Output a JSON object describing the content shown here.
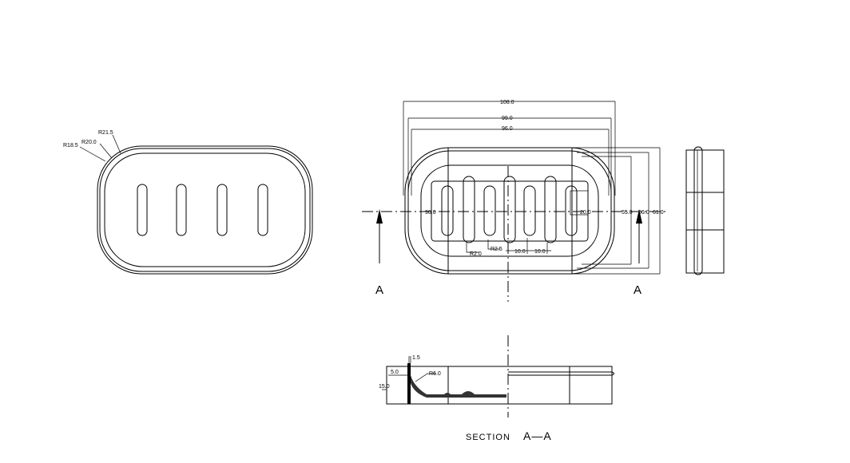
{
  "top_view": {
    "radius_labels": [
      "R21.5",
      "R20.0",
      "R18.5"
    ]
  },
  "plan_view": {
    "dims_horizontal": [
      "108.0",
      "99.0",
      "96.0"
    ],
    "dims_vertical": [
      "55.0",
      "56.0",
      "61.0"
    ],
    "inner_labels": [
      "90.0",
      "20.0",
      "R2.0",
      "R2.5",
      "10.0",
      "10.0"
    ],
    "section_markers": [
      "A",
      "A"
    ]
  },
  "section_view": {
    "dim_labels": [
      "1.5",
      "5.0",
      "R6.0",
      "15.0"
    ],
    "caption_word": "SECTION",
    "caption_id": "A—A"
  }
}
